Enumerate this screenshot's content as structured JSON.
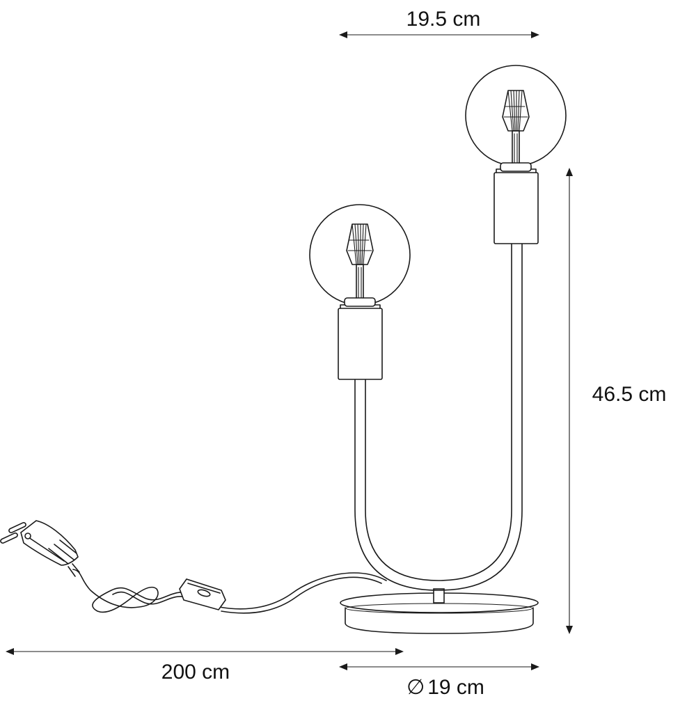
{
  "dimensions": {
    "shade_spacing": "19.5 cm",
    "height": "46.5 cm",
    "cable_length": "200 cm",
    "base_diameter_symbol": "∅",
    "base_diameter": "19 cm"
  },
  "colors": {
    "line": "#1a1a1a",
    "background": "#ffffff"
  }
}
